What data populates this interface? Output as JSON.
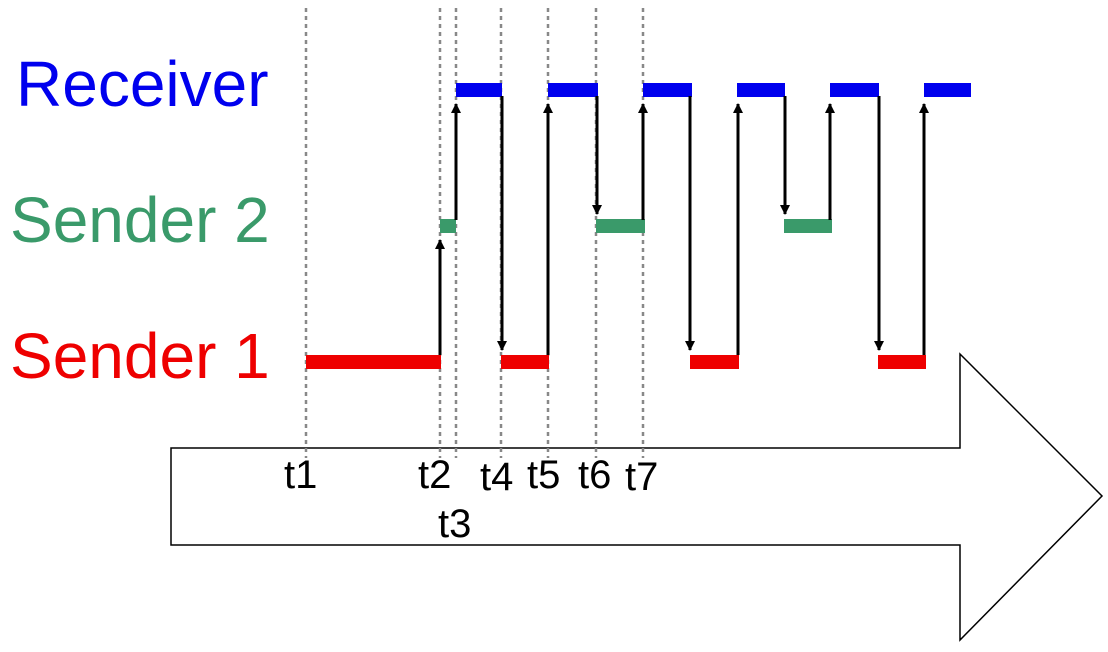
{
  "lanes": {
    "receiver": {
      "label": "Receiver",
      "color": "#0000ee"
    },
    "sender2": {
      "label": "Sender 2",
      "color": "#3a9a6a"
    },
    "sender1": {
      "label": "Sender 1",
      "color": "#ee0000"
    }
  },
  "time_marks": [
    "t1",
    "t2",
    "t3",
    "t4",
    "t5",
    "t6",
    "t7"
  ]
}
